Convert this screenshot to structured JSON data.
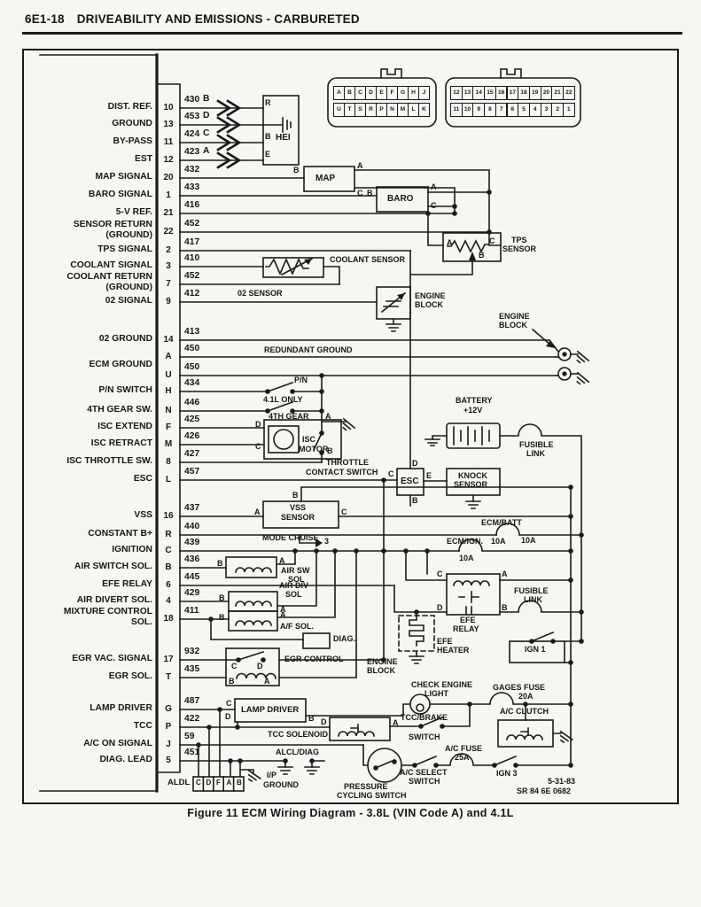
{
  "header": {
    "page_code": "6E1-18",
    "title": "DRIVEABILITY AND EMISSIONS - CARBURETED"
  },
  "caption": "Figure 11 ECM Wiring Diagram - 3.8L (VIN Code A) and 4.1L",
  "stamp": {
    "date": "5-31-83",
    "code": "SR 84 6E 0682"
  },
  "ecm_pins": [
    {
      "label": "DIST. REF.",
      "pin": "10",
      "wire": "430",
      "letter": "B"
    },
    {
      "label": "GROUND",
      "pin": "13",
      "wire": "453",
      "letter": "D"
    },
    {
      "label": "BY-PASS",
      "pin": "11",
      "wire": "424",
      "letter": "C"
    },
    {
      "label": "EST",
      "pin": "12",
      "wire": "423",
      "letter": "A"
    },
    {
      "label": "MAP SIGNAL",
      "pin": "20",
      "wire": "432"
    },
    {
      "label": "BARO SIGNAL",
      "pin": "1",
      "wire": "433"
    },
    {
      "label": "5-V REF.",
      "pin": "21",
      "wire": "416"
    },
    {
      "label": "SENSOR RETURN",
      "label2": "(GROUND)",
      "pin": "22",
      "wire": "452"
    },
    {
      "label": "TPS SIGNAL",
      "pin": "2",
      "wire": "417"
    },
    {
      "label": "COOLANT SIGNAL",
      "pin": "3",
      "wire": "410"
    },
    {
      "label": "COOLANT RETURN",
      "label2": "(GROUND)",
      "pin": "7",
      "wire": "452"
    },
    {
      "label": "02 SIGNAL",
      "pin": "9",
      "wire": "412"
    },
    {
      "label": "02 GROUND",
      "pin": "14",
      "wire": "413"
    },
    {
      "label": "ECM GROUND",
      "pin": "A",
      "wire": "450"
    },
    {
      "label": "",
      "pin": "U",
      "wire": "450"
    },
    {
      "label": "P/N SWITCH",
      "pin": "H",
      "wire": "434"
    },
    {
      "label": "4TH GEAR SW.",
      "pin": "N",
      "wire": "446"
    },
    {
      "label": "ISC EXTEND",
      "pin": "F",
      "wire": "425"
    },
    {
      "label": "ISC RETRACT",
      "pin": "M",
      "wire": "426"
    },
    {
      "label": "ISC THROTTLE SW.",
      "pin": "8",
      "wire": "427"
    },
    {
      "label": "ESC",
      "pin": "L",
      "wire": "457"
    },
    {
      "label": "VSS",
      "pin": "16",
      "wire": "437"
    },
    {
      "label": "CONSTANT B+",
      "pin": "R",
      "wire": "440"
    },
    {
      "label": "IGNITION",
      "pin": "C",
      "wire": "439"
    },
    {
      "label": "AIR SWITCH SOL.",
      "pin": "B",
      "wire": "436"
    },
    {
      "label": "EFE RELAY",
      "pin": "6",
      "wire": "445"
    },
    {
      "label": "AIR DIVERT SOL.",
      "pin": "4",
      "wire": "429"
    },
    {
      "label": "MIXTURE CONTROL",
      "label2": "SOL.",
      "pin": "18",
      "wire": "411"
    },
    {
      "label": "EGR VAC. SIGNAL",
      "pin": "17",
      "wire": "932"
    },
    {
      "label": "EGR SOL.",
      "pin": "T",
      "wire": "435"
    },
    {
      "label": "LAMP DRIVER",
      "pin": "G",
      "wire": "487"
    },
    {
      "label": "TCC",
      "pin": "P",
      "wire": "422"
    },
    {
      "label": "A/C ON SIGNAL",
      "pin": "J",
      "wire": "59"
    },
    {
      "label": "DIAG. LEAD",
      "pin": "5",
      "wire": "451"
    }
  ],
  "connectors": {
    "left": {
      "top": [
        "A",
        "B",
        "C",
        "D",
        "E",
        "F",
        "G",
        "H",
        "J"
      ],
      "bottom": [
        "U",
        "T",
        "S",
        "R",
        "P",
        "N",
        "M",
        "L",
        "K"
      ]
    },
    "right": {
      "top": [
        "12",
        "13",
        "14",
        "15",
        "16",
        "17",
        "18",
        "19",
        "20",
        "21",
        "22"
      ],
      "bottom": [
        "11",
        "10",
        "9",
        "8",
        "7",
        "6",
        "5",
        "4",
        "3",
        "2",
        "1"
      ]
    }
  },
  "glyphs": {
    "A": "A",
    "B": "B",
    "C": "C",
    "D": "D",
    "E": "E",
    "F": "F",
    "R": "R",
    "3": "3"
  },
  "labels": {
    "hei": "HEI",
    "map": "MAP",
    "baro": "BARO",
    "tps_l1": "TPS",
    "tps_l2": "SENSOR",
    "coolant": "COOLANT SENSOR",
    "o2": "02 SENSOR",
    "eng": "ENGINE",
    "blk": "BLOCK",
    "redundant": "REDUNDANT GROUND",
    "pn": "P/N",
    "only41": "4.1L ONLY",
    "gear4": "4TH GEAR",
    "isc_l1": "ISC",
    "isc_l2": "MOTOR",
    "thr_l1": "THROTTLE",
    "thr_l2": "CONTACT SWITCH",
    "esc": "ESC",
    "knock_l1": "KNOCK",
    "knock_l2": "SENSOR",
    "batt_l1": "BATTERY",
    "batt_l2": "+12V",
    "fus_l1": "FUSIBLE",
    "fus_l2": "LINK",
    "vss_l1": "VSS",
    "vss_l2": "SENSOR",
    "mode": "MODE CRUISE",
    "ecmbatt": "ECM/BATT",
    "ecmign": "ECM/IGN.",
    "amp10": "10A",
    "airsw_l1": "AIR SW",
    "sol": "SOL",
    "airdiv_l1": "AIR DIV",
    "afsol": "A/F SOL.",
    "diag": "DIAG.",
    "egrctl": "EGR CONTROL",
    "efe": "EFE",
    "relay": "RELAY",
    "heater": "HEATER",
    "ign1": "IGN 1",
    "cel_l1": "CHECK ENGINE",
    "cel_l2": "LIGHT",
    "gages": "GAGES FUSE",
    "amp20": "20A",
    "lampdrv": "LAMP DRIVER",
    "tccsol": "TCC SOLENOID",
    "tccbrake": "TCC/BRAKE",
    "sw": "SWITCH",
    "acclutch": "A/C CLUTCH",
    "acfuse": "A/C FUSE",
    "amp25": "25A",
    "acselect": "A/C SELECT",
    "ign3": "IGN 3",
    "press_l1": "PRESSURE",
    "press_l2": "CYCLING SWITCH",
    "alcl": "ALCL/DIAG",
    "aldl": "ALDL",
    "ip": "I/P",
    "gnd": "GROUND"
  }
}
